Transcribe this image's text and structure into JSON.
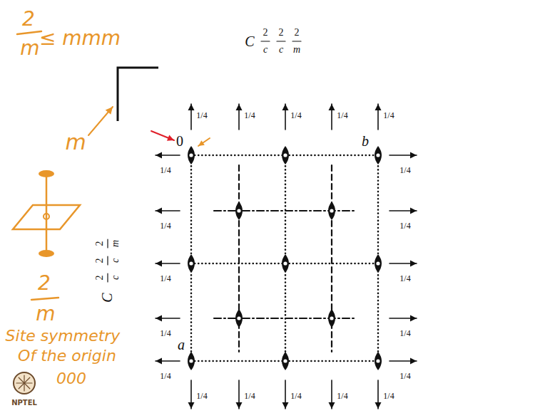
{
  "diagram": {
    "labels": [
      "2",
      "m",
      "≤ mmm",
      "C",
      "2",
      "c",
      "2",
      "c",
      "2",
      "m",
      "m",
      "0",
      "b",
      "a",
      "1/4",
      "1/4",
      "1/4",
      "1/4",
      "1/4",
      "1/4",
      "1/4",
      "1/4",
      "1/4",
      "1/4",
      "1/4",
      "1/4",
      "1/4",
      "1/4",
      "1/4",
      "1/4",
      "1/4",
      "1/4",
      "1/4",
      "1/4",
      "C",
      "2",
      "c",
      "2",
      "c",
      "2",
      "m",
      "2",
      "m",
      "Site symmetry",
      "Of the origin",
      "000",
      "NPTEL"
    ]
  }
}
